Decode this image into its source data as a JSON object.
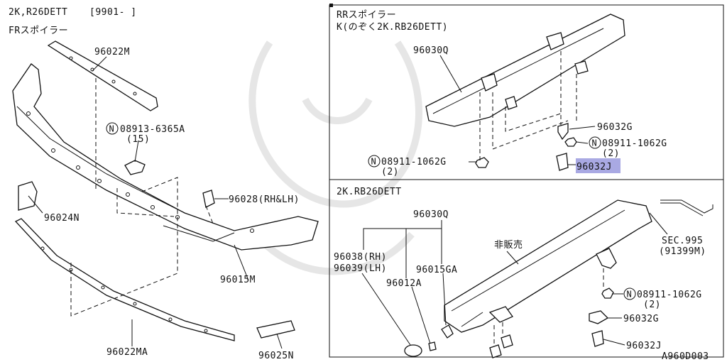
{
  "header": {
    "model": "2K,R26DETT",
    "date_range": "[9901-         ]",
    "front_section": "FRスポイラー"
  },
  "rear_box": {
    "title": "RRスポイラー",
    "subtitle": "K(のぞく2K.RB26DETT)"
  },
  "bottom_box": {
    "title": "2K.RB26DETT",
    "not_for_sale": "非販売"
  },
  "front_parts": {
    "p96022M": "96022M",
    "screw_code": "08913-6365A",
    "screw_qty": "(15)",
    "p96028": "96028(RH&LH)",
    "p96024N": "96024N",
    "p96015M": "96015M",
    "p96022MA": "96022MA",
    "p96025N": "96025N"
  },
  "rear_parts": {
    "p96030Q": "96030Q",
    "p96032G": "96032G",
    "nut_code": "08911-1062G",
    "nut_qty": "(2)",
    "p96032J": "96032J",
    "nut_left_code": "08911-1062G",
    "nut_left_qty": "(2)"
  },
  "bottom_parts": {
    "p96030Q": "96030Q",
    "p96038": "96038(RH)",
    "p96039": "96039(LH)",
    "p96015GA": "96015GA",
    "p96012A": "96012A",
    "sec_label": "SEC.995",
    "sec_code": "(91399M)",
    "nut_code": "08911-1062G",
    "nut_qty": "(2)",
    "p96032G": "96032G",
    "p96032J": "96032J"
  },
  "footer": {
    "diagram_id": "A960D003"
  },
  "colors": {
    "highlight": "#8c8cd9",
    "line": "#111111"
  },
  "icons": {
    "circled_n": "circled-n-icon"
  }
}
